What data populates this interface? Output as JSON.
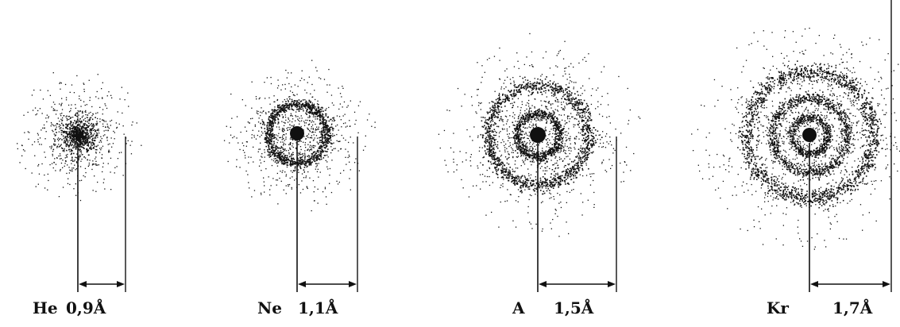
{
  "atoms": [
    {
      "symbol": "He",
      "radius_label": "0,9Å",
      "shells": 1
    },
    {
      "symbol": "Ne",
      "radius_label": "1,1Å",
      "shells": 2
    },
    {
      "symbol": "A",
      "radius_label": "1,5Å",
      "shells": 3
    },
    {
      "symbol": "Kr",
      "radius_label": "1,7Å",
      "shells": 4
    }
  ],
  "colors": {
    "ink": "#111111",
    "background": "#ffffff"
  }
}
